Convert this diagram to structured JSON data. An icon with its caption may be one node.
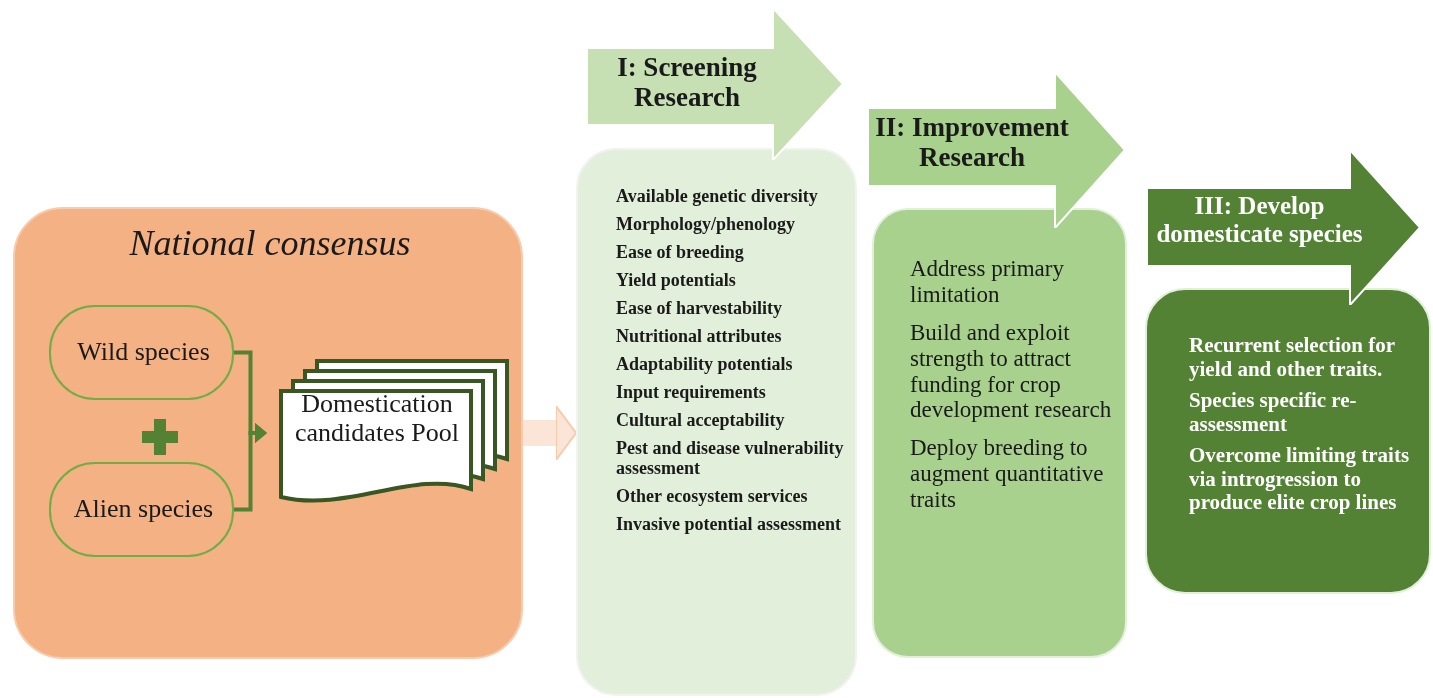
{
  "diagram": {
    "nodes": [
      {
        "text": [
          "National consensus"
        ]
      },
      {
        "text": [
          "Wild species"
        ],
        "in": 0
      },
      {
        "text": [
          "Alien species"
        ],
        "in": 0
      },
      {
        "text": [
          "Domestication candidates Pool"
        ],
        "in": 0
      },
      {
        "text": [
          "I: Screening Research"
        ]
      },
      {
        "text": [
          "Available genetic diversity",
          "Morphology/phenology",
          "Ease of breeding",
          "Yield potentials",
          "Ease of harvestability",
          "Nutritional attributes",
          "Adaptability potentials",
          "Input requirements",
          "Cultural acceptability",
          "Pest and disease vulnerability assessment",
          "Other ecosystem services",
          "Invasive potential assessment"
        ]
      },
      {
        "text": [
          "II: Improvement Research"
        ]
      },
      {
        "text": [
          "Address primary limitation",
          "Build and exploit strength to attract funding for crop development research",
          "Deploy breeding to augment quantitative traits"
        ]
      },
      {
        "text": [
          "III: Develop domesticate species"
        ]
      },
      {
        "text": [
          "Recurrent selection for yield and other traits.",
          "Species specific re-assessment",
          "Overcome limiting traits via introgression to produce elite crop lines"
        ]
      }
    ],
    "edges": [
      {
        "from": 1,
        "to": 3,
        "arrow": "to"
      },
      {
        "from": 2,
        "to": 3,
        "arrow": "to"
      },
      {
        "from": 0,
        "to": 5,
        "arrow": "to",
        "style": "thick",
        "color": "#fbe5d6"
      }
    ]
  }
}
